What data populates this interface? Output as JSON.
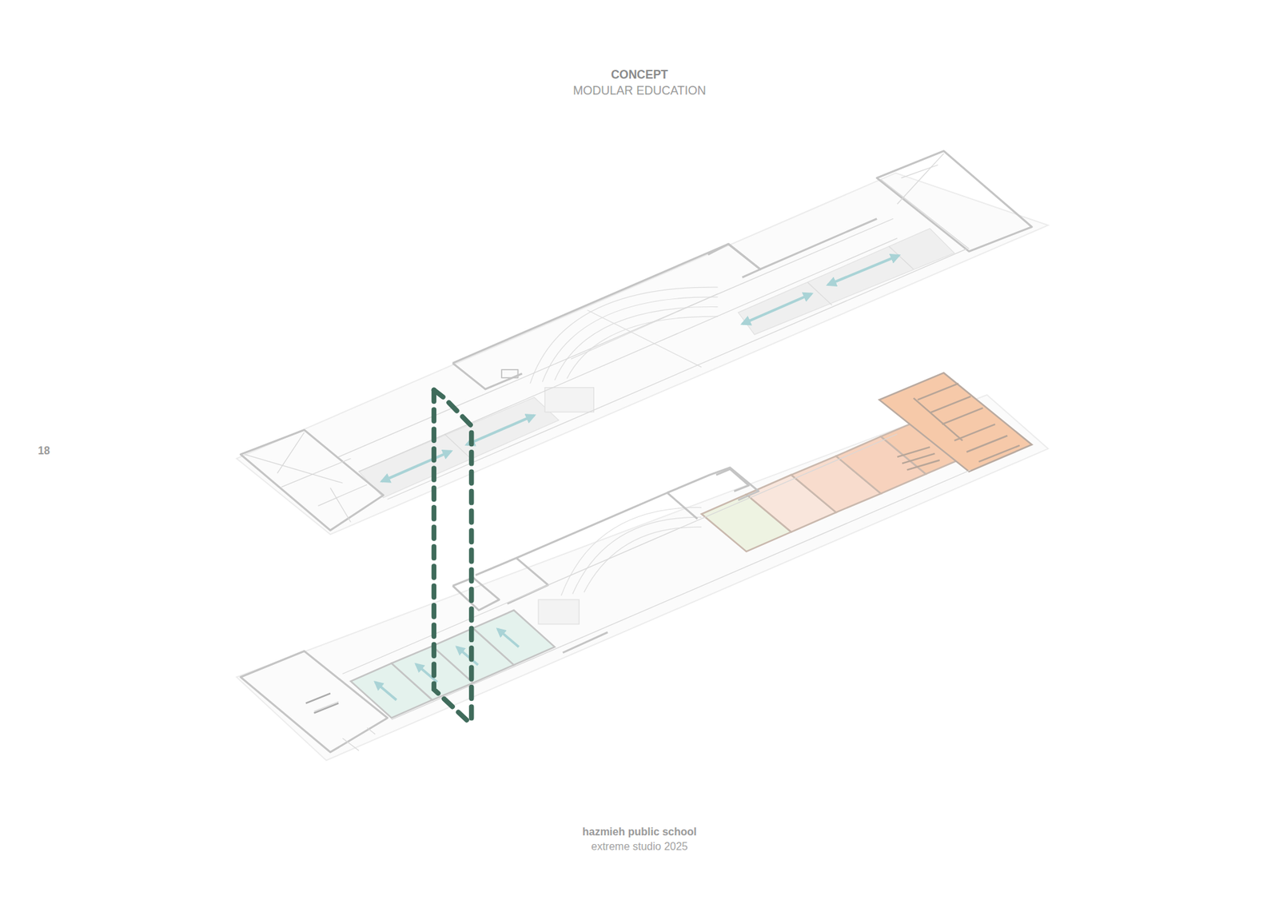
{
  "diagram": {
    "title": "CONCEPT",
    "labels": [
      "MODULAR EDUCATION",
      "18",
      "hazmieh public school",
      "extreme studio 2025"
    ]
  }
}
